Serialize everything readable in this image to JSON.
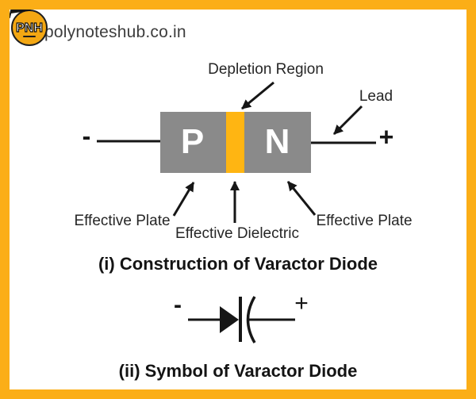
{
  "header": {
    "logo_text": "PNH",
    "site_text": "polynoteshub.co.in"
  },
  "colors": {
    "border_orange": "#FBAE17",
    "logo_yellow": "#F3A713",
    "body_gray": "#8A8A8A",
    "strip_orange": "#FFB512",
    "ink": "#161616"
  },
  "construction": {
    "depletion_label": "Depletion Region",
    "lead_label": "Lead",
    "minus": "-",
    "plus": "+",
    "p_region": "P",
    "n_region": "N",
    "effective_plate_left": "Effective Plate",
    "effective_dielectric": "Effective Dielectric",
    "effective_plate_right": "Effective Plate",
    "caption": "(i) Construction of Varactor Diode"
  },
  "symbol": {
    "minus": "-",
    "plus": "+",
    "caption": "(ii) Symbol of Varactor Diode"
  }
}
